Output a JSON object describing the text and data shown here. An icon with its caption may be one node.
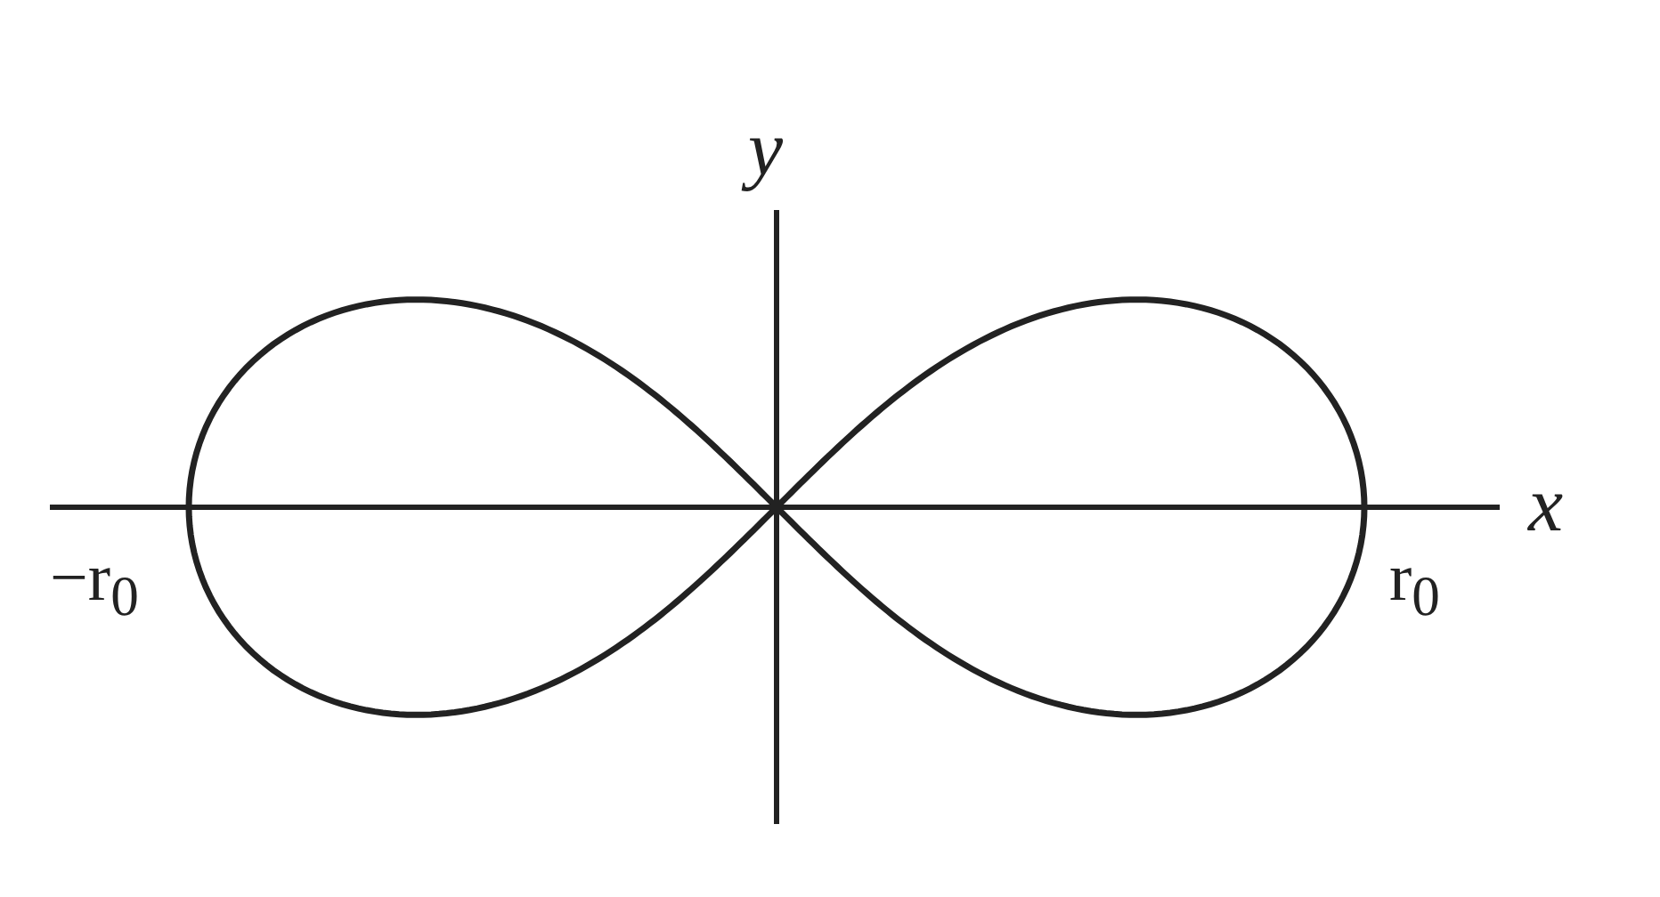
{
  "diagram": {
    "labels": [
      "y",
      "x",
      "−r$_{0}$",
      "r$_{0}$"
    ]
  }
}
